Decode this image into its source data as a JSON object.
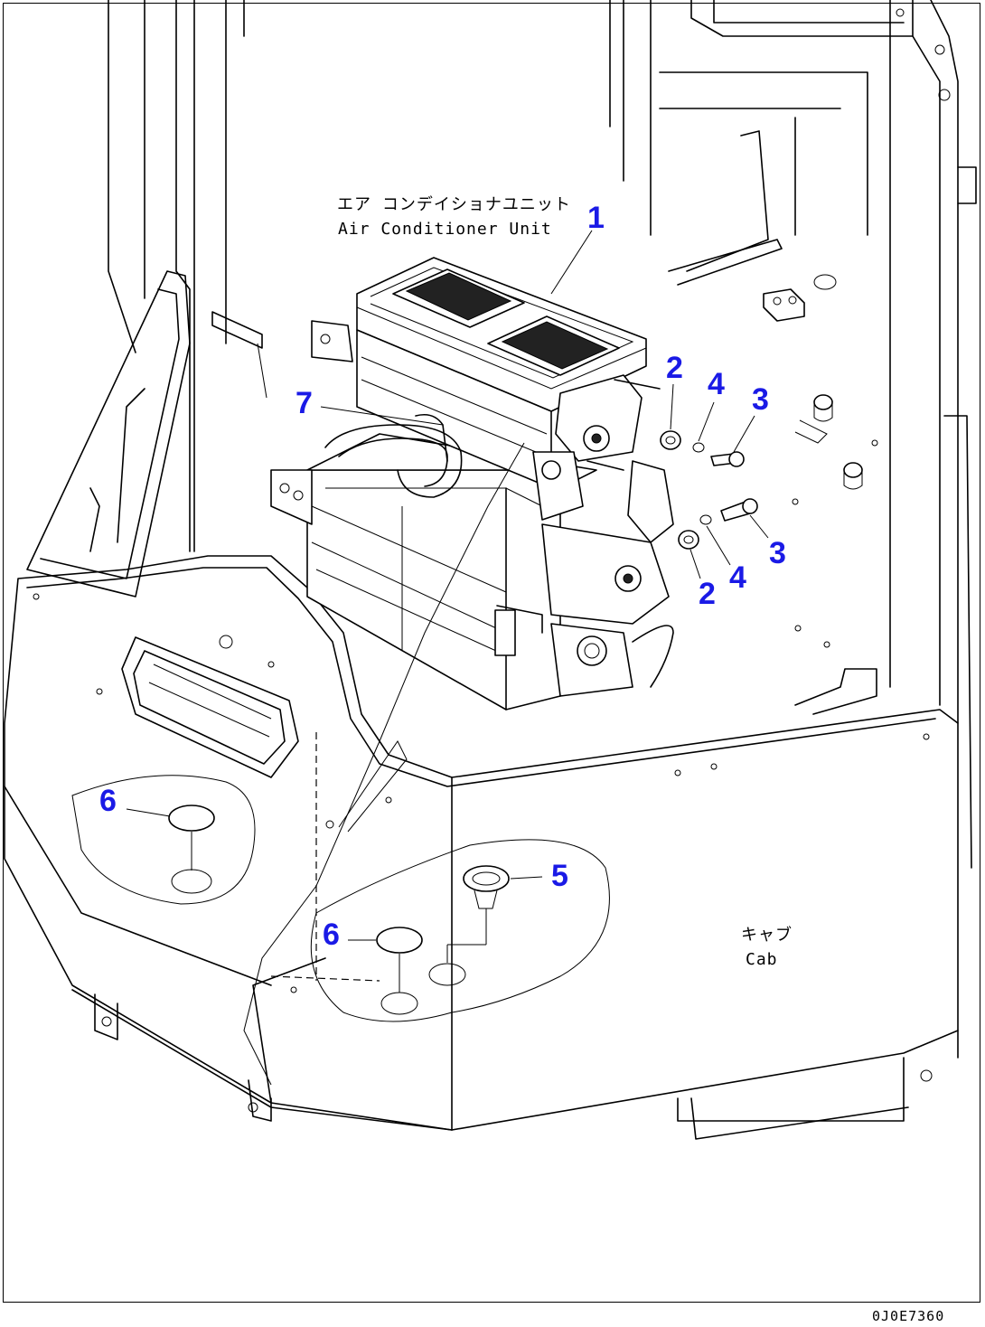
{
  "drawing": {
    "code": "0J0E7360",
    "labels": {
      "unit_jp": "エア コンデイショナユニット",
      "unit_en": "Air Conditioner Unit",
      "cab_jp": "キャブ",
      "cab_en": "Cab"
    },
    "callouts": [
      "1",
      "2",
      "2",
      "3",
      "3",
      "4",
      "4",
      "5",
      "6",
      "6",
      "7"
    ]
  }
}
